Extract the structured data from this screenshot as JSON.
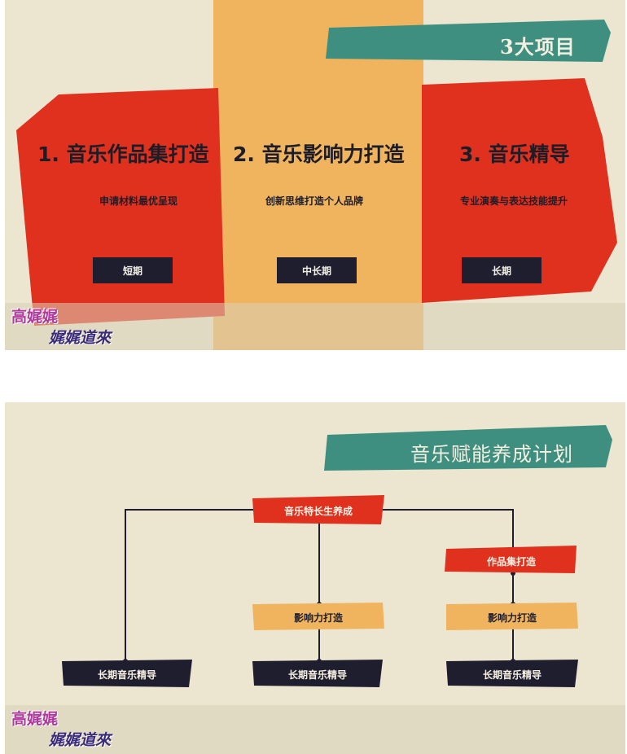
{
  "slide1": {
    "banner": {
      "title": "3大项目"
    },
    "columns": [
      {
        "title": "1. 音乐作品集打造",
        "description": "申请材料最优呈现",
        "term": "短期"
      },
      {
        "title": "2. 音乐影响力打造",
        "description": "创新思维打造个人品牌",
        "term": "中长期"
      },
      {
        "title": "3. 音乐精导",
        "description": "专业演奏与表达技能提升",
        "term": "长期"
      }
    ],
    "watermark": {
      "line1": "高娓娓",
      "line2": "娓娓道來"
    }
  },
  "slide2": {
    "banner": {
      "title": "音乐赋能养成计划"
    },
    "nodes": {
      "root": "音乐特长生养成",
      "portfolio": "作品集打造",
      "influence_middle": "影响力打造",
      "influence_right": "影响力打造",
      "mentor_left": "长期音乐精导",
      "mentor_middle": "长期音乐精导",
      "mentor_right": "长期音乐精导"
    },
    "watermark": {
      "line1": "高娓娓",
      "line2": "娓娓道來"
    }
  },
  "colors": {
    "background": "#ece6d1",
    "red": "#e0311f",
    "orange": "#f0b45e",
    "teal": "#3f8f80",
    "navy": "#1e1e2e"
  }
}
